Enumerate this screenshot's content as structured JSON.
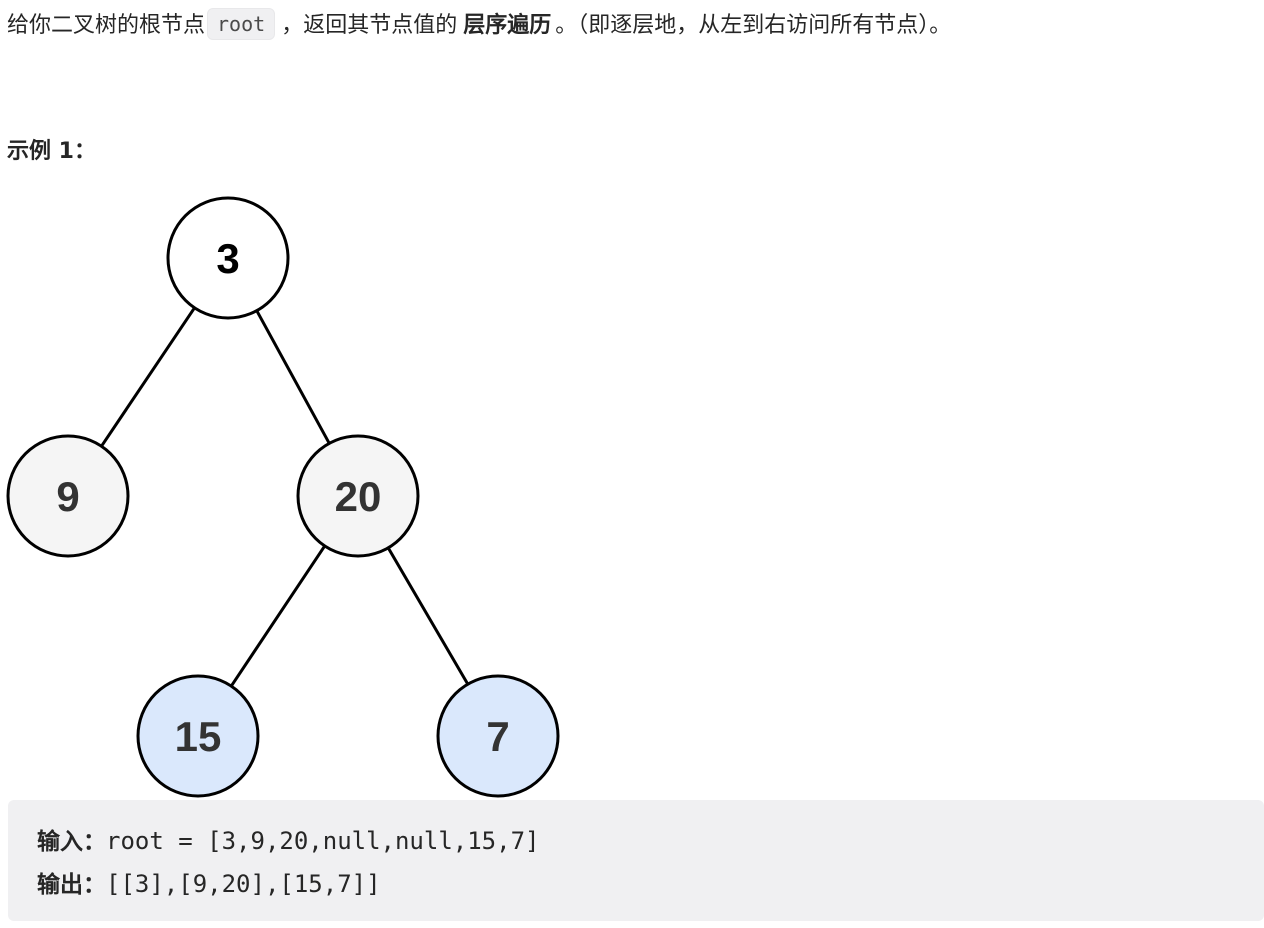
{
  "description": {
    "part1": "给你二叉树的根节点",
    "code": "root",
    "part2": "，返回其节点值的",
    "bold": "层序遍历",
    "part3": "。（即逐层地，从左到右访问所有节点）。"
  },
  "example": {
    "heading": "示例 1：",
    "input_label": "输入：",
    "input_value": "root = [3,9,20,null,null,15,7]",
    "output_label": "输出：",
    "output_value": "[[3],[9,20],[15,7]]"
  },
  "tree": {
    "nodes": [
      {
        "label": "3",
        "fill": "#ffffff"
      },
      {
        "label": "9",
        "fill": "#f5f5f5"
      },
      {
        "label": "20",
        "fill": "#f5f5f5"
      },
      {
        "label": "15",
        "fill": "#dae8fc"
      },
      {
        "label": "7",
        "fill": "#dae8fc"
      }
    ],
    "edges": [
      {
        "from": "3",
        "to": "9"
      },
      {
        "from": "3",
        "to": "20"
      },
      {
        "from": "20",
        "to": "15"
      },
      {
        "from": "20",
        "to": "7"
      }
    ],
    "stroke_color": "#000000"
  }
}
